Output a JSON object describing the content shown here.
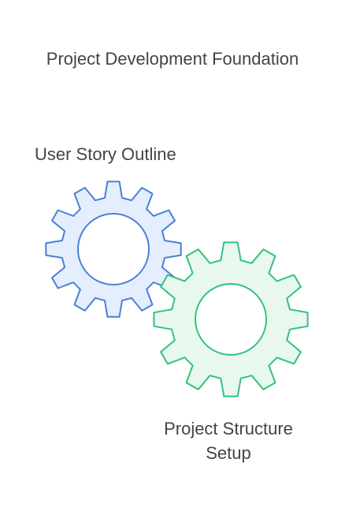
{
  "title": "Project Development Foundation",
  "gears": [
    {
      "label": "User Story Outline",
      "stroke": "#4a80d8",
      "fill": "#e4eefc"
    },
    {
      "label_lines": [
        "Project Structure",
        "Setup"
      ],
      "stroke": "#33c27a",
      "fill": "#e8f8ef"
    }
  ]
}
